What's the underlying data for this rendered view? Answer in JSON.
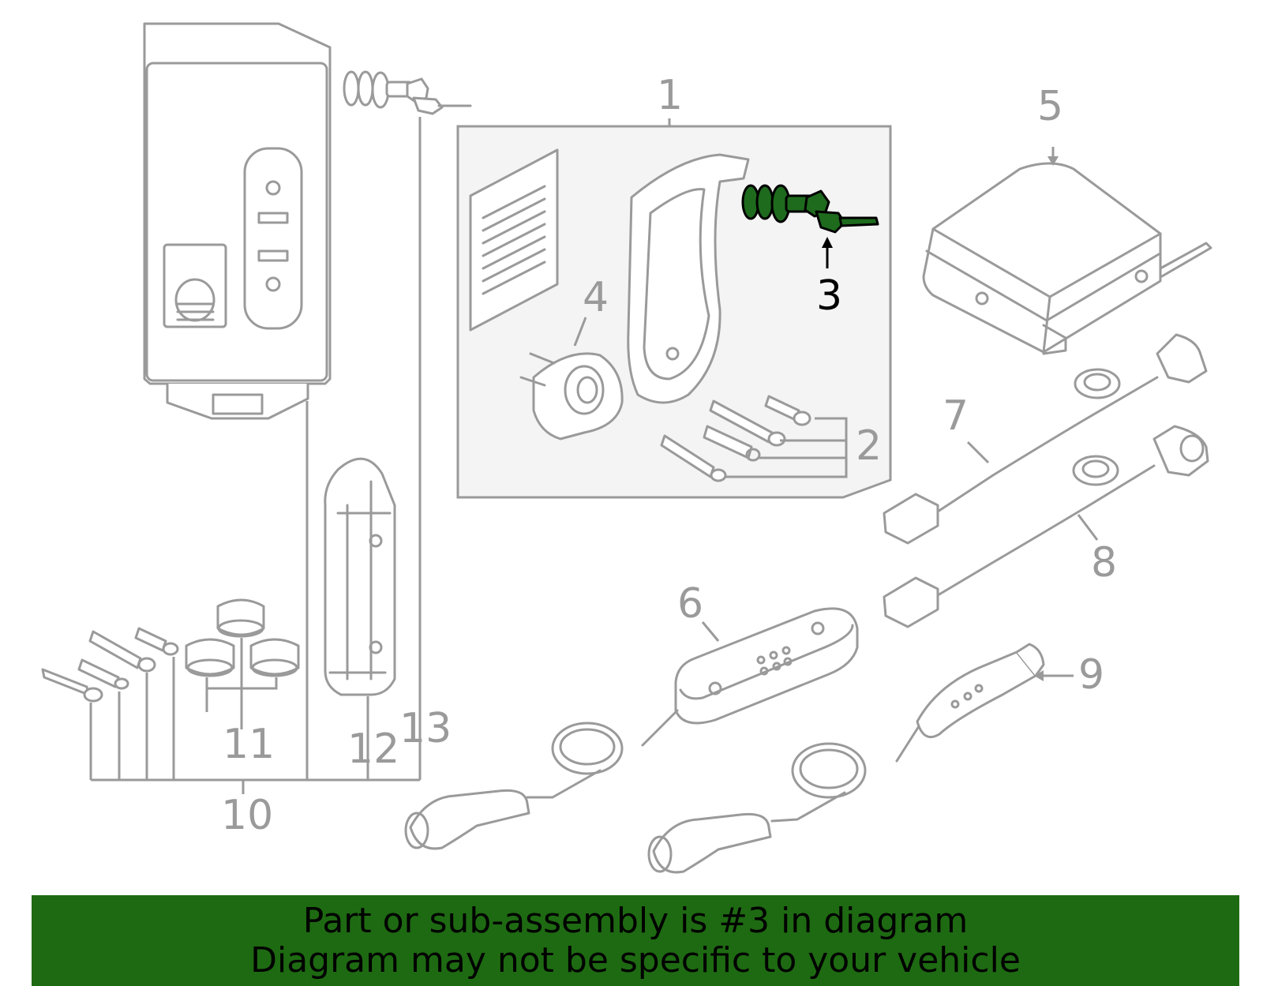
{
  "diagram": {
    "callouts": [
      "1",
      "2",
      "3",
      "4",
      "5",
      "6",
      "7",
      "8",
      "9",
      "10",
      "11",
      "12",
      "13"
    ],
    "highlighted_part": "3",
    "colors": {
      "highlight": "#1e6b1e",
      "line_art": "#9a9a9a",
      "banner_bg": "#1e6a12",
      "inset_bg": "#f4f4f4"
    }
  },
  "banner": {
    "line1": "Part or sub-assembly is #3 in diagram",
    "line2": "Diagram may not be specific to your vehicle"
  }
}
